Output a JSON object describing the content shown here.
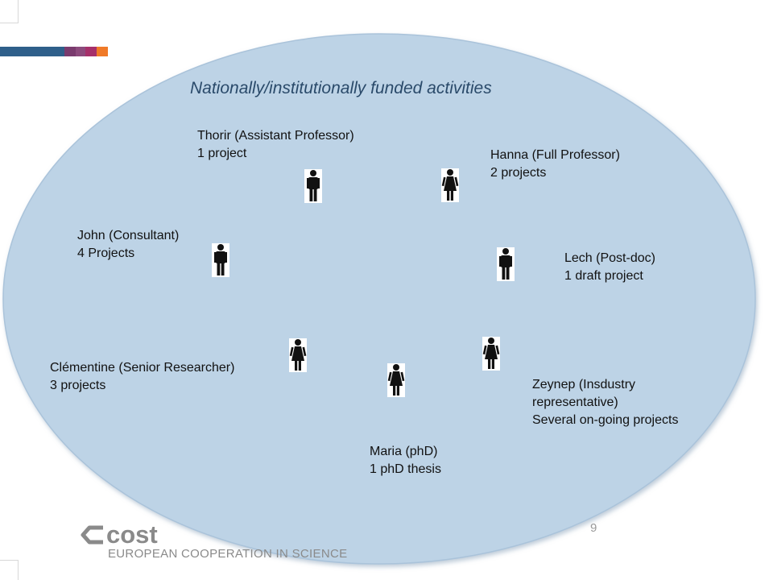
{
  "title": "Nationally/institutionally  funded activities",
  "people": [
    {
      "id": "thorir",
      "name": "Thorir (Assistant Professor)",
      "detail": "1 project",
      "icon": "male-figure-icon"
    },
    {
      "id": "hanna",
      "name": "Hanna (Full Professor)",
      "detail": "2 projects",
      "icon": "female-figure-icon"
    },
    {
      "id": "john",
      "name": "John (Consultant)",
      "detail": "4 Projects",
      "icon": "male-figure-icon"
    },
    {
      "id": "lech",
      "name": "Lech (Post-doc)",
      "detail": "1 draft project",
      "icon": "male-figure-icon"
    },
    {
      "id": "clementine",
      "name": "Clémentine (Senior Researcher)",
      "detail": "3 projects",
      "icon": "female-figure-icon"
    },
    {
      "id": "zeynep",
      "name": "Zeynep (Insdustry",
      "name_line2": "representative)",
      "detail": "Several on-going projects",
      "icon": "female-figure-icon"
    },
    {
      "id": "maria",
      "name": "Maria (phD)",
      "detail": "1 phD thesis",
      "icon": "female-figure-icon"
    }
  ],
  "footer": {
    "logo_text": "cost",
    "logo_subtitle": "EUROPEAN COOPERATION IN SCIENCE",
    "page_number": "9"
  },
  "colors": {
    "ellipse_fill": "#bdd3e6",
    "ellipse_stroke": "#aac3da",
    "title": "#2a4a6a",
    "band_blue": "#2f5f8a",
    "band_purple": "#7a3b6e",
    "band_magenta": "#a6306a",
    "band_orange": "#f07a28"
  }
}
